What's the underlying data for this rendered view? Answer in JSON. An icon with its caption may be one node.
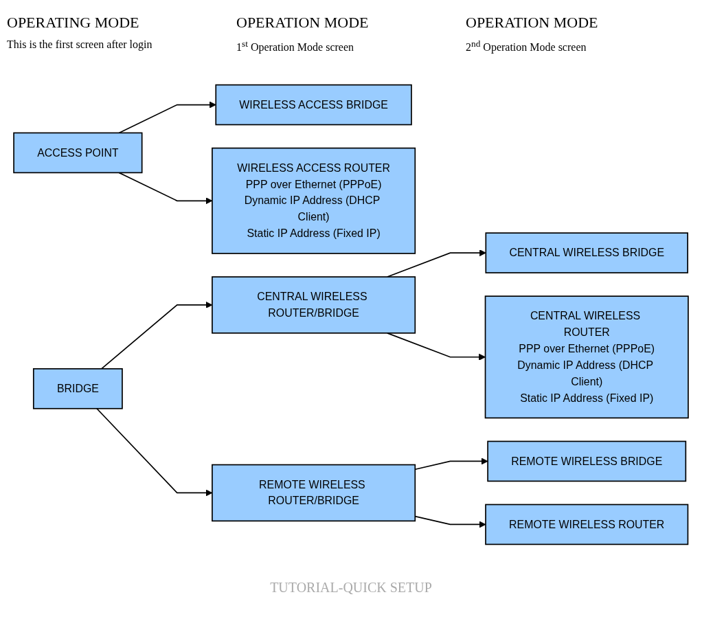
{
  "diagram": {
    "nodes": [
      {
        "text": [
          "ACCESS POINT"
        ]
      },
      {
        "text": [
          "WIRELESS ACCESS BRIDGE"
        ]
      },
      {
        "text": [
          "WIRELESS ACCESS ROUTER",
          "PPP over Ethernet (PPPoE)",
          "Dynamic IP Address (DHCP Client)",
          "Static IP Address (Fixed IP)"
        ]
      },
      {
        "text": [
          "BRIDGE"
        ]
      },
      {
        "text": [
          "CENTRAL WIRELESS ROUTER/BRIDGE"
        ]
      },
      {
        "text": [
          "REMOTE WIRELESS ROUTER/BRIDGE"
        ]
      },
      {
        "text": [
          "CENTRAL WIRELESS BRIDGE"
        ]
      },
      {
        "text": [
          "CENTRAL WIRELESS ROUTER",
          "PPP over Ethernet (PPPoE)",
          "Dynamic IP Address (DHCP Client)",
          "Static IP Address (Fixed IP)"
        ]
      },
      {
        "text": [
          "REMOTE WIRELESS BRIDGE"
        ]
      },
      {
        "text": [
          "REMOTE WIRELESS ROUTER"
        ]
      }
    ],
    "edges": [
      {
        "from": 0,
        "to": 1,
        "arrow": "to"
      },
      {
        "from": 0,
        "to": 2,
        "arrow": "to"
      },
      {
        "from": 3,
        "to": 4,
        "arrow": "to"
      },
      {
        "from": 3,
        "to": 5,
        "arrow": "to"
      },
      {
        "from": 4,
        "to": 6,
        "arrow": "to"
      },
      {
        "from": 4,
        "to": 7,
        "arrow": "to"
      },
      {
        "from": 5,
        "to": 8,
        "arrow": "to"
      },
      {
        "from": 5,
        "to": 9,
        "arrow": "to"
      }
    ],
    "labels": [
      "OPERATING MODE",
      "This is the first screen after login",
      "OPERATION MODE",
      "1$^{st}$ Operation Mode screen",
      "OPERATION MODE",
      "2$^{nd}$ Operation Mode screen",
      "TUTORIAL-QUICK SETUP"
    ]
  }
}
